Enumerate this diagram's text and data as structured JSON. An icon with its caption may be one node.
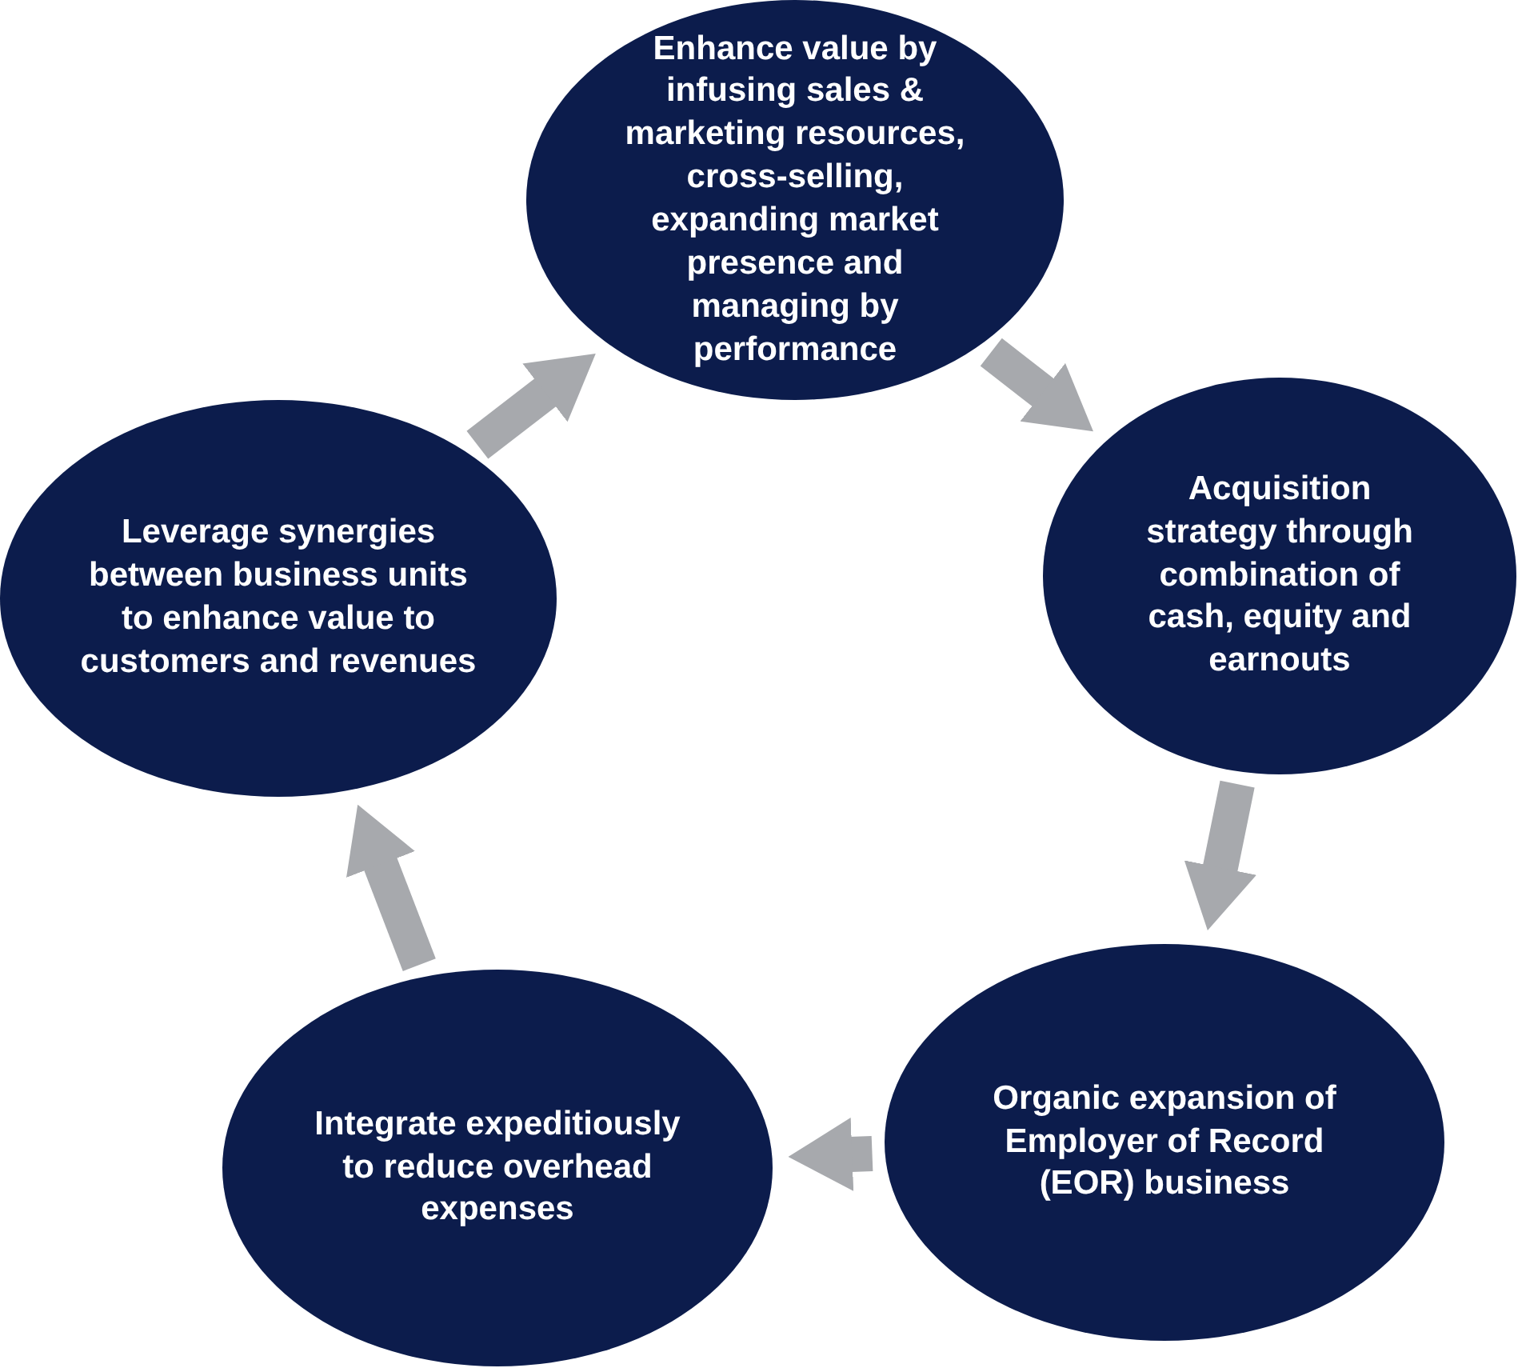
{
  "diagram": {
    "nodes": [
      {
        "text": [
          "Enhance value by infusing sales & marketing resources, cross-selling, expanding market presence and managing by performance"
        ]
      },
      {
        "text": [
          "Acquisition strategy through combination of cash, equity and earnouts"
        ]
      },
      {
        "text": [
          "Organic expansion of Employer of Record (EOR) business"
        ]
      },
      {
        "text": [
          "Integrate expeditiously to reduce overhead expenses"
        ]
      },
      {
        "text": [
          "Leverage synergies between business units to enhance value to customers and revenues"
        ]
      }
    ],
    "edges": [
      {
        "from": 0,
        "to": 1,
        "arrow": "to"
      },
      {
        "from": 1,
        "to": 2,
        "arrow": "to"
      },
      {
        "from": 2,
        "to": 3,
        "arrow": "to"
      },
      {
        "from": 3,
        "to": 4,
        "arrow": "to"
      },
      {
        "from": 4,
        "to": 0,
        "arrow": "to"
      }
    ]
  }
}
